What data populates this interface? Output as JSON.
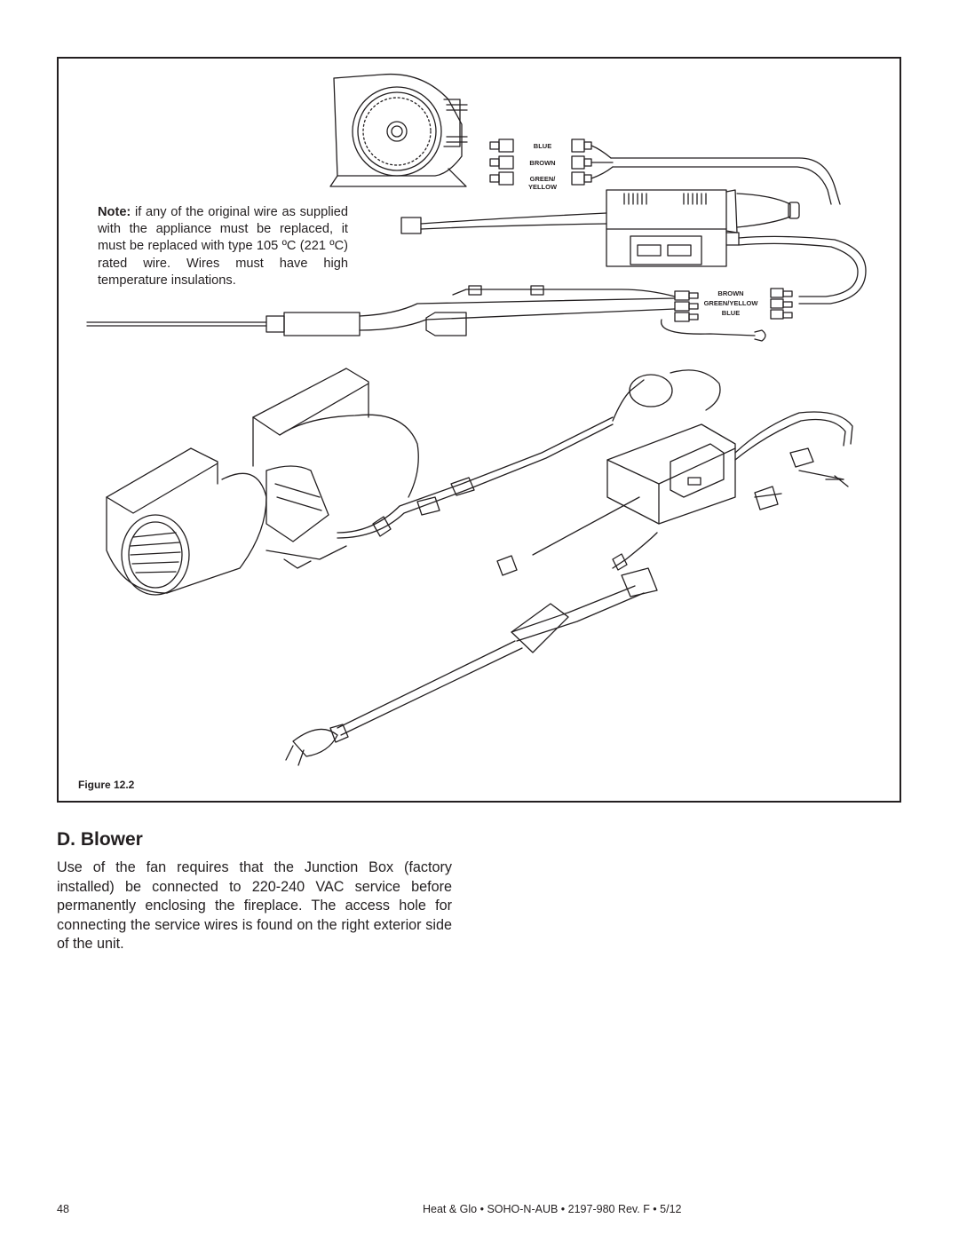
{
  "figure": {
    "note_lead": "Note:",
    "note_body": " if any of the original wire as supplied with the appliance must be replaced, it must be replaced with type 105 ºC (221 ºC) rated wire. Wires must have high temperature insulations.",
    "wire_labels_top": [
      "BLUE",
      "BROWN",
      "GREEN/",
      "YELLOW"
    ],
    "wire_labels_right": [
      "BROWN",
      "GREEN/YELLOW",
      "BLUE"
    ],
    "caption": "Figure 12.2"
  },
  "section": {
    "heading": "D.  Blower",
    "body": "Use of the fan requires that the Junction Box (factory installed) be connected to 220-240 VAC service before permanently enclosing the fireplace. The access hole for connecting the service wires is found on the right exterior side of the unit."
  },
  "footer": {
    "page_number": "48",
    "document_ref": "Heat & Glo  •  SOHO-N-AUB  •  2197-980 Rev. F  •  5/12"
  }
}
